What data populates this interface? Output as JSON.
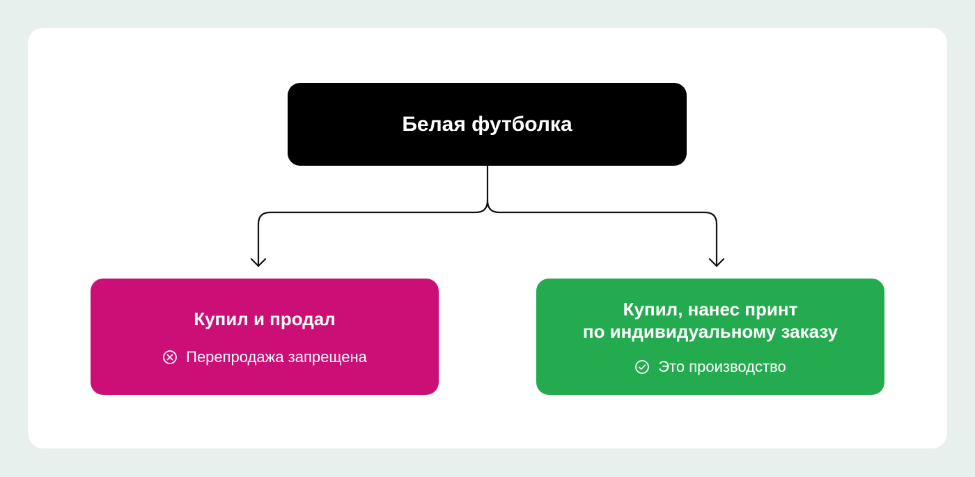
{
  "root": {
    "title": "Белая футболка"
  },
  "branches": [
    {
      "title_lines": [
        "Купил и продал"
      ],
      "note": "Перепродажа запрещена",
      "icon": "x-circle-icon",
      "color": "#cc0f76"
    },
    {
      "title_lines": [
        "Купил, нанес принт",
        "по индивидуальному заказу"
      ],
      "note": "Это производство",
      "icon": "check-circle-icon",
      "color": "#24ab50"
    }
  ],
  "colors": {
    "background": "#e8f0ed",
    "card": "#ffffff",
    "root": "#000000",
    "connector": "#111111"
  }
}
